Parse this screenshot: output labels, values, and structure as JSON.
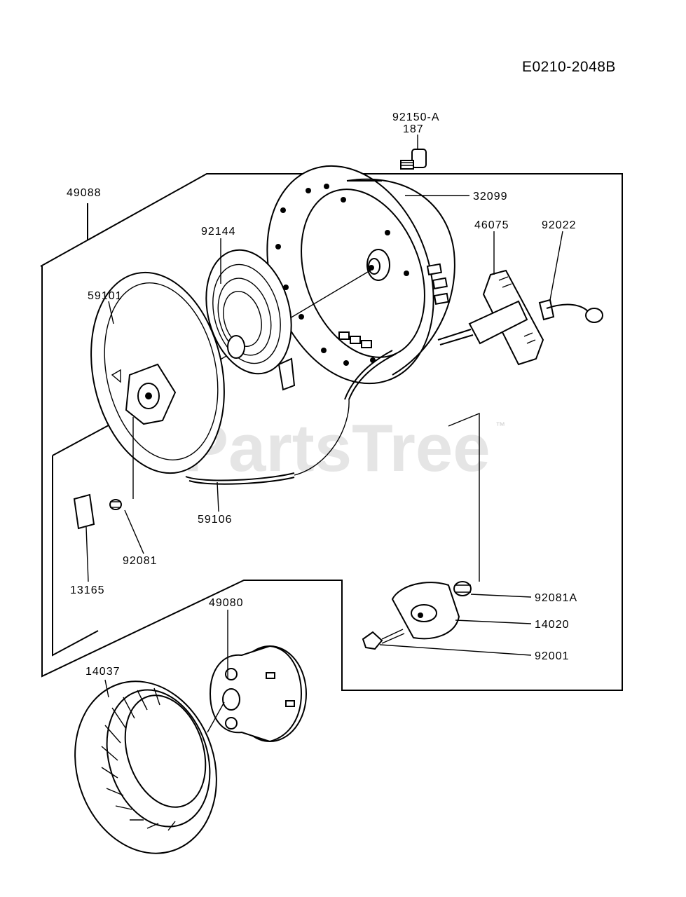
{
  "diagram_id": "E0210-2048B",
  "watermark": {
    "text": "PartsTree",
    "trademark": "™"
  },
  "part_labels": {
    "p92150a": "92150-A",
    "p187": "187",
    "p32099": "32099",
    "p49088": "49088",
    "p92144": "92144",
    "p46075": "46075",
    "p92022": "92022",
    "p59101": "59101",
    "p59106": "59106",
    "p92081": "92081",
    "p13165": "13165",
    "p49080": "49080",
    "p92081a": "92081A",
    "p14020": "14020",
    "p92001": "92001",
    "p14037": "14037"
  }
}
